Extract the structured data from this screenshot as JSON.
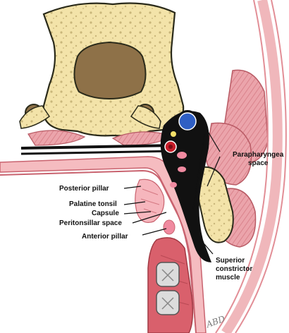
{
  "labels": {
    "posterior_pillar": "Posterior pillar",
    "palatine_tonsil": "Palatine tonsil",
    "capsule": "Capsule",
    "peritonsillar_space": "Peritonsillar space",
    "anterior_pillar": "Anterior pillar",
    "parapharyngeal_line1": "Parapharyngea",
    "parapharyngeal_line2": "space",
    "superior_constrictor_line1": "Superior",
    "superior_constrictor_line2": "constrictor",
    "superior_constrictor_line3": "muscle"
  },
  "signature": "ABD",
  "colors": {
    "bone": "#f3e3a9",
    "bone_outline": "#2a2a1a",
    "marrow": "#8e7148",
    "muscle": "#e89aa2",
    "muscle_stripe": "#c9636f",
    "mucosa": "#f5bcc0",
    "fat_black": "#111111",
    "carotid_blue": "#2f5fc4",
    "jugular_red": "#c81e2a",
    "nerve_yellow": "#f4e06a",
    "tooth": "#dcdcdc"
  }
}
